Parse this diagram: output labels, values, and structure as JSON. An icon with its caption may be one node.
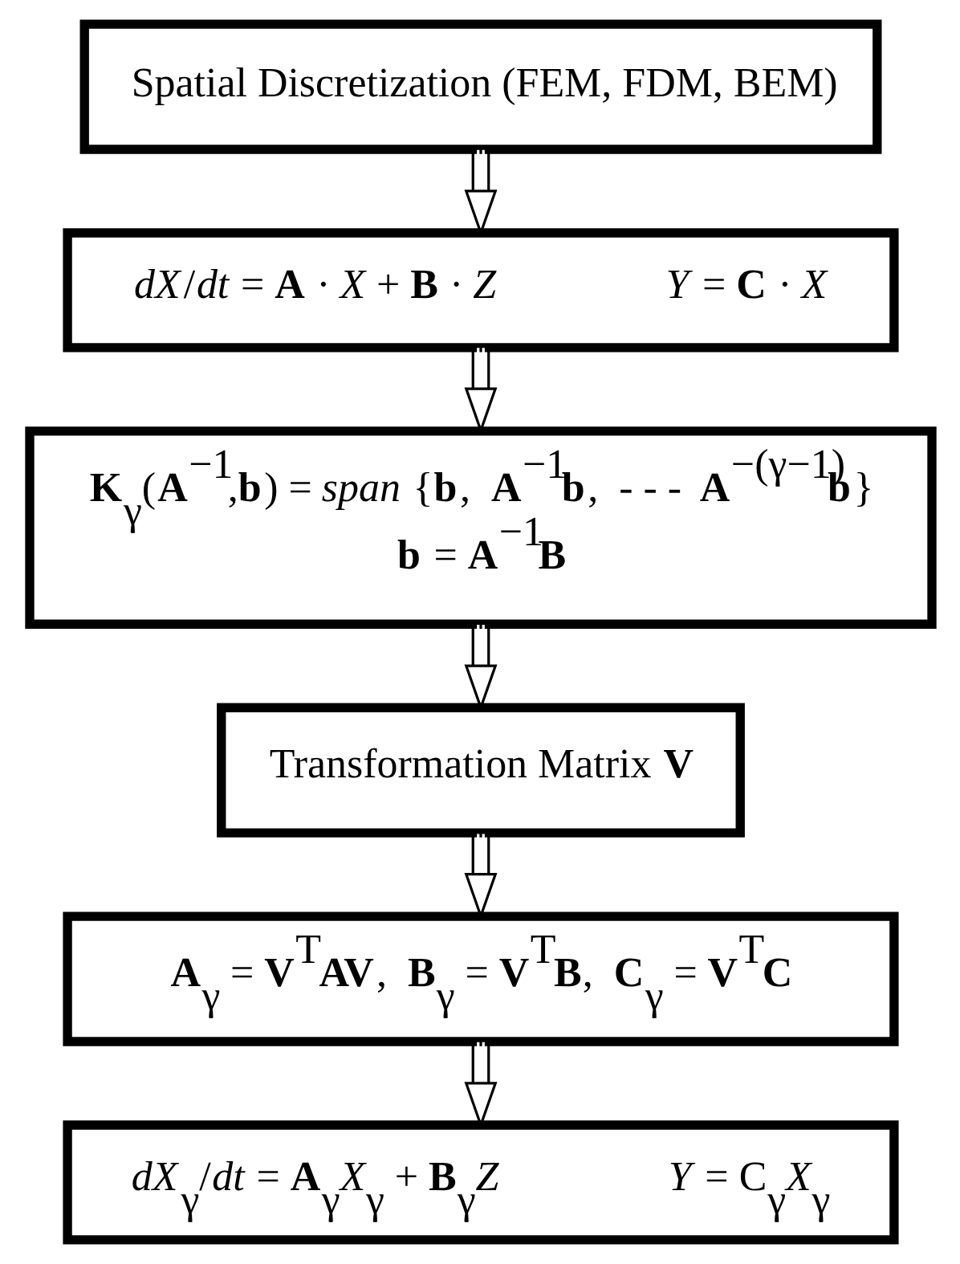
{
  "diagram": {
    "nodes": [
      {
        "text": [
          "Spatial Discretization (FEM, FDM, BEM)"
        ]
      },
      {
        "text": [
          "*dX*/*dt* = **A** · *X* + **B** · *Z*",
          "*Y* = **C** · *X*"
        ]
      },
      {
        "text": [
          "**K**$_{γ}$(**A**$^{−1}$,**b**) = *span* {**b**,  **A**$^{−1}$**b**,  - - -  **A**$^{−(γ−1)}$**b**}",
          "**b** = **A**$^{−1}$**B**"
        ]
      },
      {
        "text": [
          "Transformation Matrix **V**"
        ]
      },
      {
        "text": [
          "**A**$_{γ}$ = **V**$^{T}$**AV**,  **B**$_{γ}$ = **V**$^{T}$**B**,  **C**$_{γ}$ = **V**$^{T}$**C**"
        ]
      },
      {
        "text": [
          "*dX*$_{γ}$/*dt* = **A**$_{γ}$*X*$_{γ}$ + **B**$_{γ}$*Z*",
          "*Y* = C$_{γ}$*X*$_{γ}$"
        ]
      }
    ],
    "edges": [
      {
        "from": 0,
        "to": 1,
        "arrow": "to"
      },
      {
        "from": 1,
        "to": 2,
        "arrow": "to"
      },
      {
        "from": 2,
        "to": 3,
        "arrow": "to"
      },
      {
        "from": 3,
        "to": 4,
        "arrow": "to"
      },
      {
        "from": 4,
        "to": 5,
        "arrow": "to"
      }
    ]
  }
}
